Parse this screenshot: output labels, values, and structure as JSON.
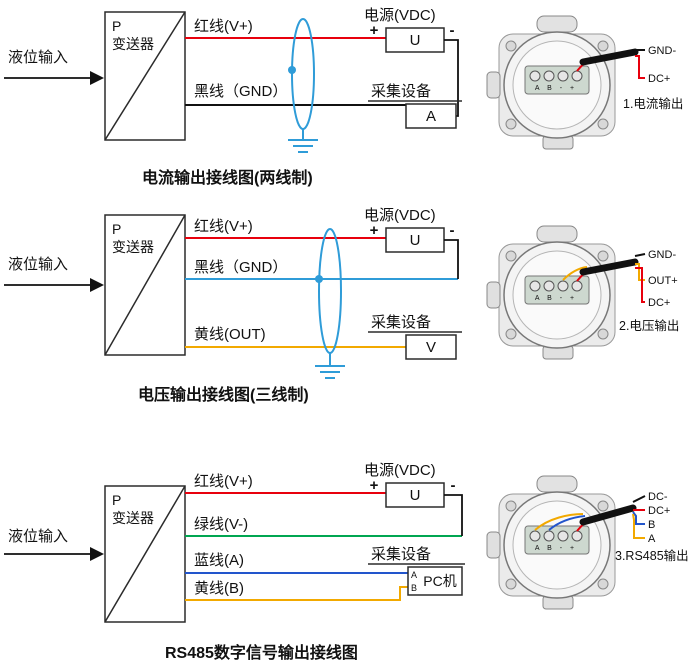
{
  "colors": {
    "red": "#e8000d",
    "black": "#111111",
    "shield": "#2f9cd8",
    "yellow": "#f2a900",
    "green": "#00a651",
    "blue": "#2255cc"
  },
  "sections": [
    {
      "input": "液位输入",
      "device_line1": "P",
      "device_line2": "变送器",
      "wire1": "红线(V+)",
      "wire2": "黑线（GND）",
      "power_title": "电源(VDC)",
      "power_box": "U",
      "plus": "+",
      "minus": "-",
      "collector_title": "采集设备",
      "collector_box": "A",
      "caption": "电流输出接线图(两线制)",
      "photo": {
        "terminal_text": "A B - +",
        "labels": [
          "GND-",
          "DC+"
        ],
        "caption": "1.电流输出"
      }
    },
    {
      "input": "液位输入",
      "device_line1": "P",
      "device_line2": "变送器",
      "wire1": "红线(V+)",
      "wire2": "黑线（GND）",
      "wire3": "黄线(OUT)",
      "power_title": "电源(VDC)",
      "power_box": "U",
      "plus": "+",
      "minus": "-",
      "collector_title": "采集设备",
      "collector_box": "V",
      "caption": "电压输出接线图(三线制)",
      "photo": {
        "terminal_text": "A B - +",
        "labels": [
          "GND-",
          "OUT+",
          "DC+"
        ],
        "caption": "2.电压输出"
      }
    },
    {
      "input": "液位输入",
      "device_line1": "P",
      "device_line2": "变送器",
      "wire1": "红线(V+)",
      "wire2": "绿线(V-)",
      "wire3": "蓝线(A)",
      "wire4": "黄线(B)",
      "power_title": "电源(VDC)",
      "power_box": "U",
      "plus": "+",
      "minus": "-",
      "collector_title": "采集设备",
      "collector_box": "PC机",
      "port_a": "A",
      "port_b": "B",
      "caption": "RS485数字信号输出接线图",
      "photo": {
        "terminal_text": "A B - +",
        "labels": [
          "DC-",
          "DC+",
          "B",
          "A"
        ],
        "caption": "3.RS485输出"
      }
    }
  ]
}
